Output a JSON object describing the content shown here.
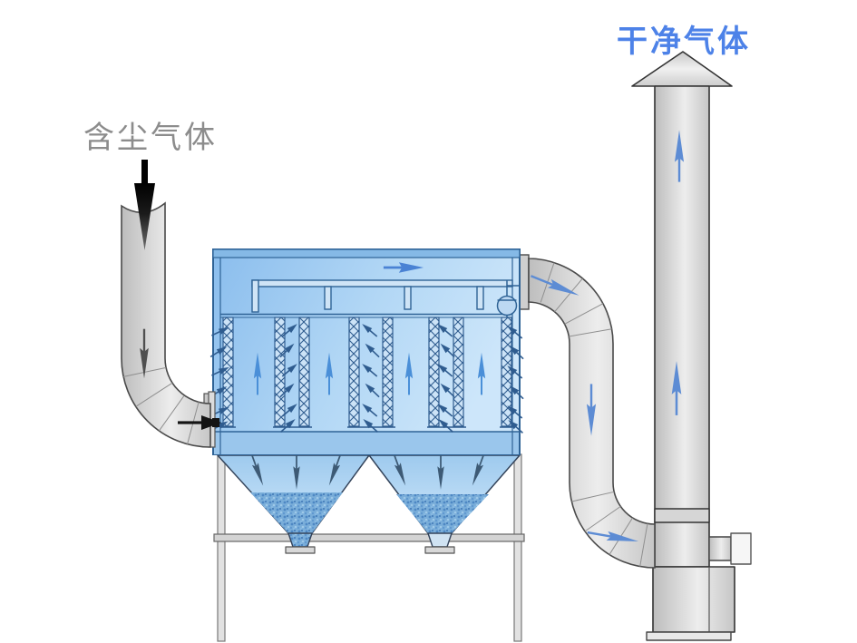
{
  "diagram": {
    "type": "baghouse-dust-collector-schematic",
    "labels": {
      "inlet": {
        "text": "含尘气体"
      },
      "outlet": {
        "text": "干净气体"
      }
    },
    "colors": {
      "inlet_label": "#8c8c8c",
      "outlet_label": "#4d82e8",
      "housing_stroke": "#2f6396",
      "housing_fill": "#a9d0f0",
      "flow_arrow_blue": "#5d8cd4",
      "bag_arrow_dark": "#2f5c8f",
      "duct_gray": "#d6d6d6",
      "duct_outline": "#4a4a4a",
      "dust_fill": "#79add9",
      "dark_arrow": "#3a3a3a",
      "frame_gray": "#e0e0e0"
    },
    "components": [
      "dust-laden-gas-inlet-duct",
      "inlet-elbow",
      "filter-housing",
      "clean-gas-plenum",
      "purge-air-pipe",
      "valve-symbol",
      "filter-bags",
      "dust-hoppers",
      "collected-dust",
      "hopper-discharge-spouts",
      "support-frame",
      "outlet-elbow-duct",
      "exhaust-stack",
      "stack-rain-cap",
      "fan-motor"
    ]
  }
}
